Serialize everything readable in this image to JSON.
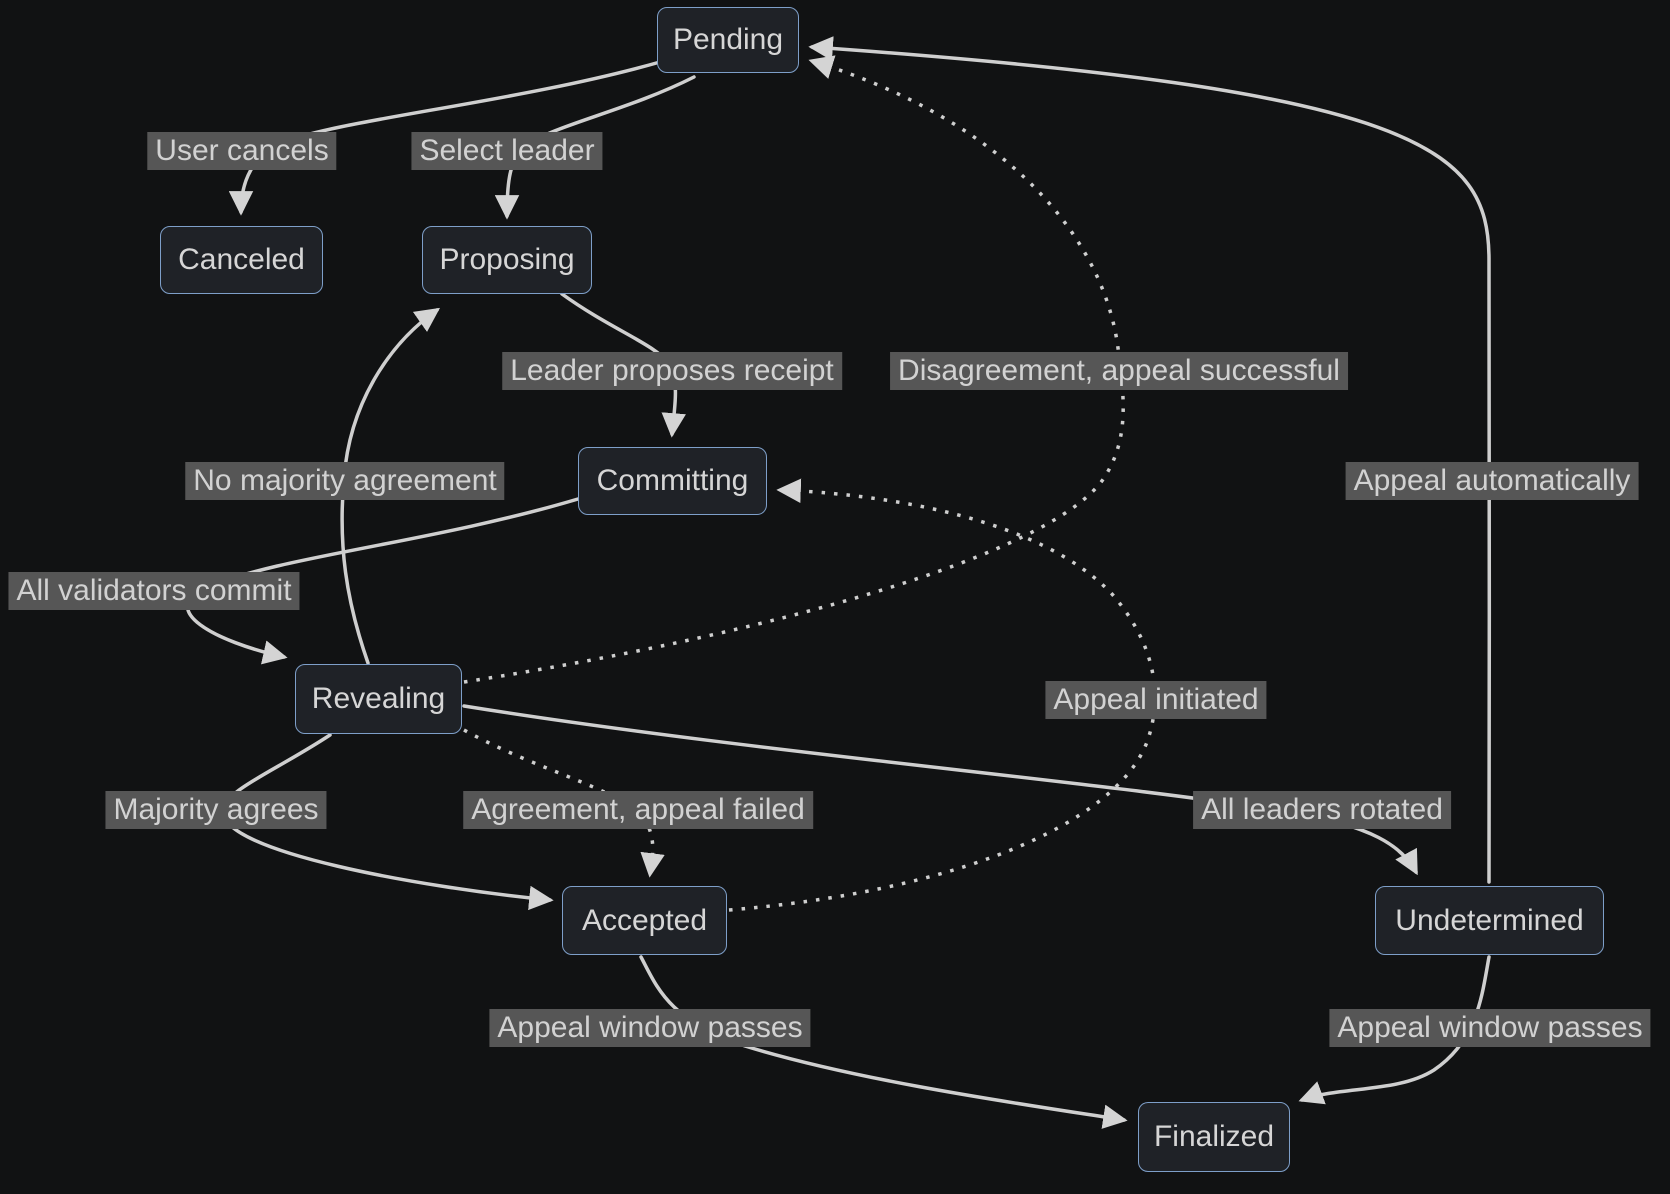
{
  "diagram": {
    "type": "state-machine",
    "colors": {
      "background": "#111213",
      "node_fill": "#1f2227",
      "node_border": "#7e9fc9",
      "node_text": "#d6d6d6",
      "edge": "#cfcfcf",
      "edge_label_bg": "#565656",
      "edge_label_text": "#d2d2d2"
    },
    "nodes": {
      "pending": {
        "label": "Pending"
      },
      "canceled": {
        "label": "Canceled"
      },
      "proposing": {
        "label": "Proposing"
      },
      "committing": {
        "label": "Committing"
      },
      "revealing": {
        "label": "Revealing"
      },
      "accepted": {
        "label": "Accepted"
      },
      "undetermined": {
        "label": "Undetermined"
      },
      "finalized": {
        "label": "Finalized"
      }
    },
    "edges": [
      {
        "from": "Pending",
        "to": "Canceled",
        "label": "User cancels",
        "style": "solid"
      },
      {
        "from": "Pending",
        "to": "Proposing",
        "label": "Select leader",
        "style": "solid"
      },
      {
        "from": "Proposing",
        "to": "Committing",
        "label": "Leader proposes receipt",
        "style": "solid"
      },
      {
        "from": "Committing",
        "to": "Revealing",
        "label": "All validators commit",
        "style": "solid"
      },
      {
        "from": "Revealing",
        "to": "Proposing",
        "label": "No majority agreement",
        "style": "solid"
      },
      {
        "from": "Revealing",
        "to": "Accepted",
        "label": "Majority agrees",
        "style": "solid"
      },
      {
        "from": "Revealing",
        "to": "Accepted",
        "label": "Agreement, appeal failed",
        "style": "dotted"
      },
      {
        "from": "Revealing",
        "to": "Undetermined",
        "label": "All leaders rotated",
        "style": "solid"
      },
      {
        "from": "Accepted",
        "to": "Committing",
        "label": "Appeal initiated",
        "style": "dotted"
      },
      {
        "from": "Revealing",
        "to": "Pending",
        "label": "Disagreement, appeal successful",
        "style": "dotted"
      },
      {
        "from": "Undetermined",
        "to": "Pending",
        "label": "Appeal automatically",
        "style": "solid"
      },
      {
        "from": "Accepted",
        "to": "Finalized",
        "label": "Appeal window passes",
        "style": "solid"
      },
      {
        "from": "Undetermined",
        "to": "Finalized",
        "label": "Appeal window passes",
        "style": "solid"
      }
    ]
  }
}
